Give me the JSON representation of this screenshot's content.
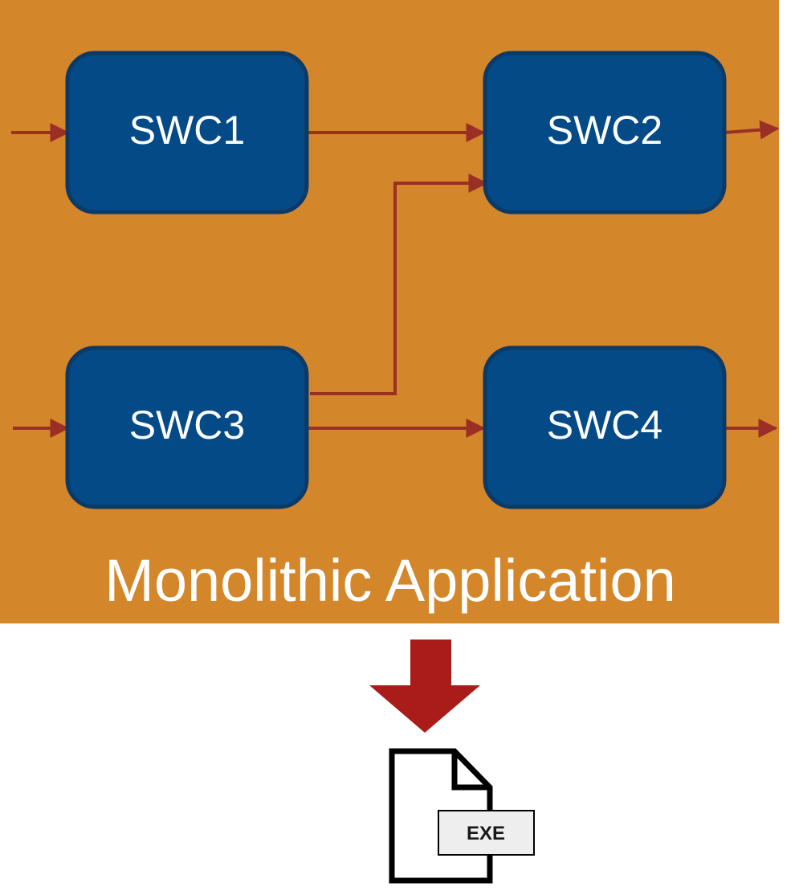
{
  "colors": {
    "app_background": "#d4862a",
    "component_fill": "#034a87",
    "component_border": "#0c3a66",
    "signal_line": "#9a2f26",
    "deploy_arrow": "#aa1c1a",
    "file_outline": "#000000",
    "exe_tag_fill": "#eeeeee"
  },
  "components": [
    {
      "id": "swc1",
      "label": "SWC1"
    },
    {
      "id": "swc2",
      "label": "SWC2"
    },
    {
      "id": "swc3",
      "label": "SWC3"
    },
    {
      "id": "swc4",
      "label": "SWC4"
    }
  ],
  "connections": [
    {
      "from": "input",
      "to": "SWC1"
    },
    {
      "from": "SWC1",
      "to": "SWC2"
    },
    {
      "from": "SWC3",
      "to": "SWC2"
    },
    {
      "from": "input",
      "to": "SWC3"
    },
    {
      "from": "SWC3",
      "to": "SWC4"
    },
    {
      "from": "SWC2",
      "to": "output"
    },
    {
      "from": "SWC4",
      "to": "output"
    }
  ],
  "application": {
    "title": "Monolithic Application"
  },
  "artifact": {
    "icon": "executable-file-icon",
    "label": "EXE"
  }
}
